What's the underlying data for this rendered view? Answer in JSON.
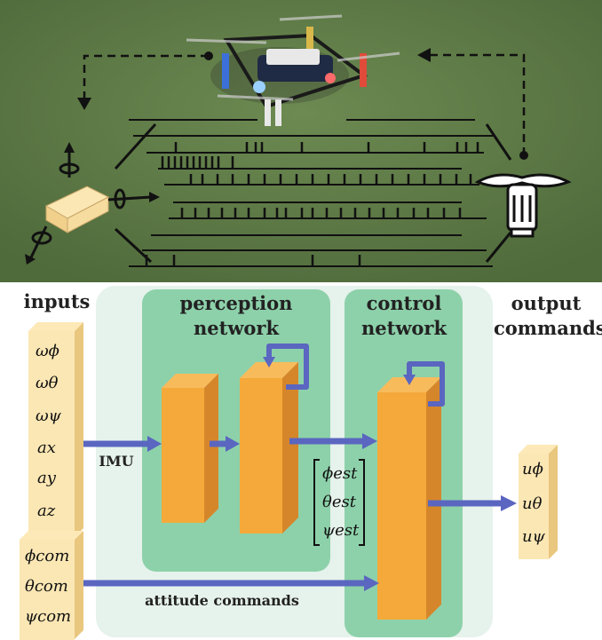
{
  "colors": {
    "grass": "#5f7a46",
    "outer_panel": "#e6f2ec",
    "module_panel": "#8dd1aa",
    "layer": "#f4a93a",
    "vector_box": "#fbe7b4",
    "arrow": "#5a66c0"
  },
  "icons": [
    "drone-photo",
    "imu-cube-icon",
    "motor-propeller-icon",
    "spike-train-lines"
  ],
  "labels": {
    "inputs": "inputs",
    "perception_line1": "perception",
    "perception_line2": "network",
    "control_line1": "control",
    "control_line2": "network",
    "output_line1": "output",
    "output_line2": "commands",
    "imu": "IMU",
    "attitude_commands": "attitude commands"
  },
  "vectors": {
    "imu_inputs": [
      "ωϕ",
      "ωθ",
      "ωψ",
      "ax",
      "ay",
      "az"
    ],
    "estimates": [
      "ϕest",
      "θest",
      "ψest"
    ],
    "commands": [
      "ϕcom",
      "θcom",
      "ψcom"
    ],
    "outputs": [
      "uϕ",
      "uθ",
      "uψ"
    ]
  }
}
